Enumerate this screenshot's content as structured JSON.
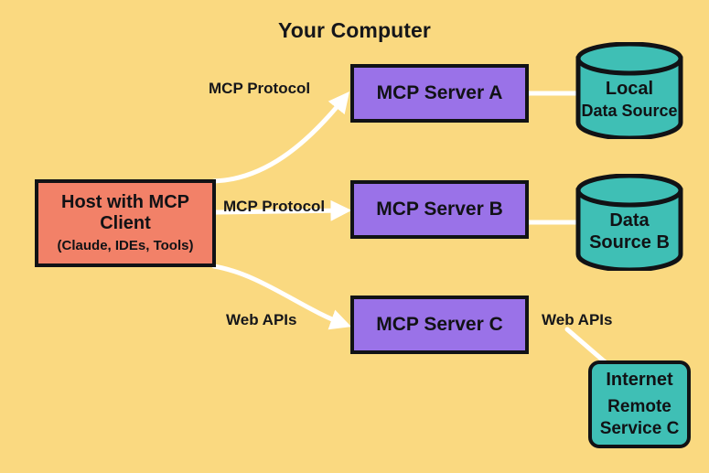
{
  "diagram": {
    "title": "Your Computer",
    "background_color": "#FAD980",
    "stroke_color": "#111215",
    "connector_color": "#FFFFFF"
  },
  "nodes": {
    "host": {
      "title": "Host with MCP Client",
      "title_line_1": "Host with MCP",
      "title_line_2": "Client",
      "subtitle": "(Claude, IDEs, Tools)",
      "fill": "#F28168"
    },
    "server_a": {
      "label": "MCP Server A",
      "fill": "#9A72E8"
    },
    "server_b": {
      "label": "MCP Server B",
      "fill": "#9A72E8"
    },
    "server_c": {
      "label": "MCP Server C",
      "fill": "#9A72E8"
    },
    "local_data_source": {
      "line_1": "Local",
      "line_2": "Data Source",
      "fill": "#3FBFB5",
      "shape": "cylinder"
    },
    "data_source_b": {
      "line_1": "Data",
      "line_2": "Source B",
      "fill": "#3FBFB5",
      "shape": "cylinder"
    },
    "internet_remote_service": {
      "line_1": "Internet",
      "line_2": "Remote",
      "line_3": "Service C",
      "fill": "#3FBFB5",
      "shape": "rounded-rect"
    }
  },
  "edges": {
    "host_to_server_a": "MCP Protocol",
    "host_to_server_b": "MCP Protocol",
    "host_to_server_c": "Web APIs",
    "internet_to_server_c": "Web APIs"
  }
}
